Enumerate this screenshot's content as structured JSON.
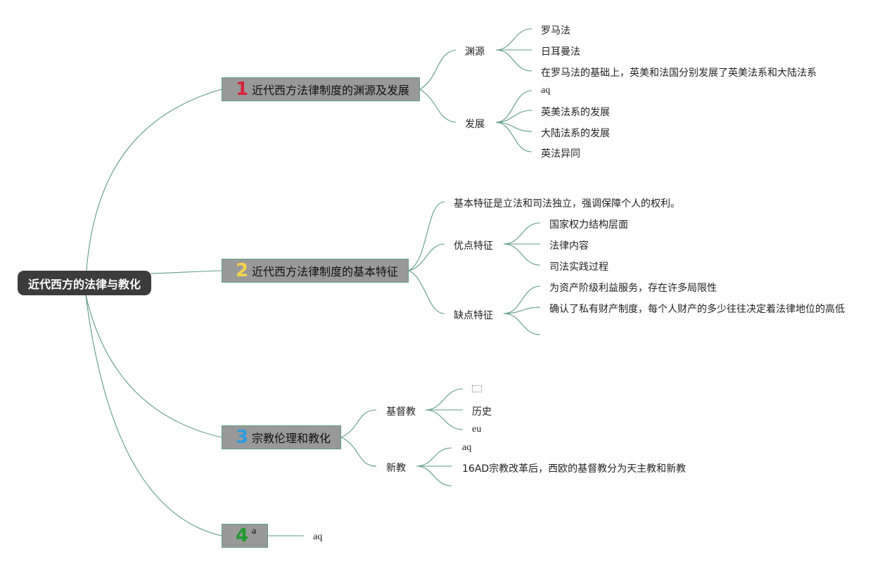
{
  "root": {
    "label": "近代西方的法律与教化"
  },
  "branches": [
    {
      "number": "1",
      "color": "#d8243a",
      "label": "近代西方法律制度的渊源及发展",
      "children": [
        {
          "label": "渊源",
          "children": [
            "罗马法",
            "日耳曼法",
            "在罗马法的基础上，英美和法国分别发展了英美法系和大陆法系"
          ]
        },
        {
          "label": "发展",
          "children": [
            "aq",
            "英美法系的发展",
            "大陆法系的发展",
            "英法异同"
          ]
        }
      ]
    },
    {
      "number": "2",
      "color": "#f3d34a",
      "label": "近代西方法律制度的基本特征",
      "children": [
        {
          "label": "基本特征是立法和司法独立，强调保障个人的权利。",
          "children": []
        },
        {
          "label": "优点特征",
          "children": [
            "国家权力结构层面",
            "法律内容",
            "司法实践过程"
          ]
        },
        {
          "label": "缺点特征",
          "children": [
            "为资产阶级利益服务，存在许多局限性",
            "确认了私有财产制度，每个人财产的多少往往决定着法律地位的高低",
            ""
          ]
        }
      ]
    },
    {
      "number": "3",
      "color": "#2a9be0",
      "label": "宗教伦理和教化",
      "children": [
        {
          "label": "基督教",
          "children": [
            "",
            "历史",
            "eu"
          ]
        },
        {
          "label": "新教",
          "children": [
            "aq",
            "16AD宗教改革后，西欧的基督教分为天主教和新教",
            ""
          ]
        }
      ]
    },
    {
      "number": "4",
      "color": "#1f9a2e",
      "label": "a",
      "children": [
        {
          "label": "aq",
          "children": []
        }
      ]
    }
  ]
}
